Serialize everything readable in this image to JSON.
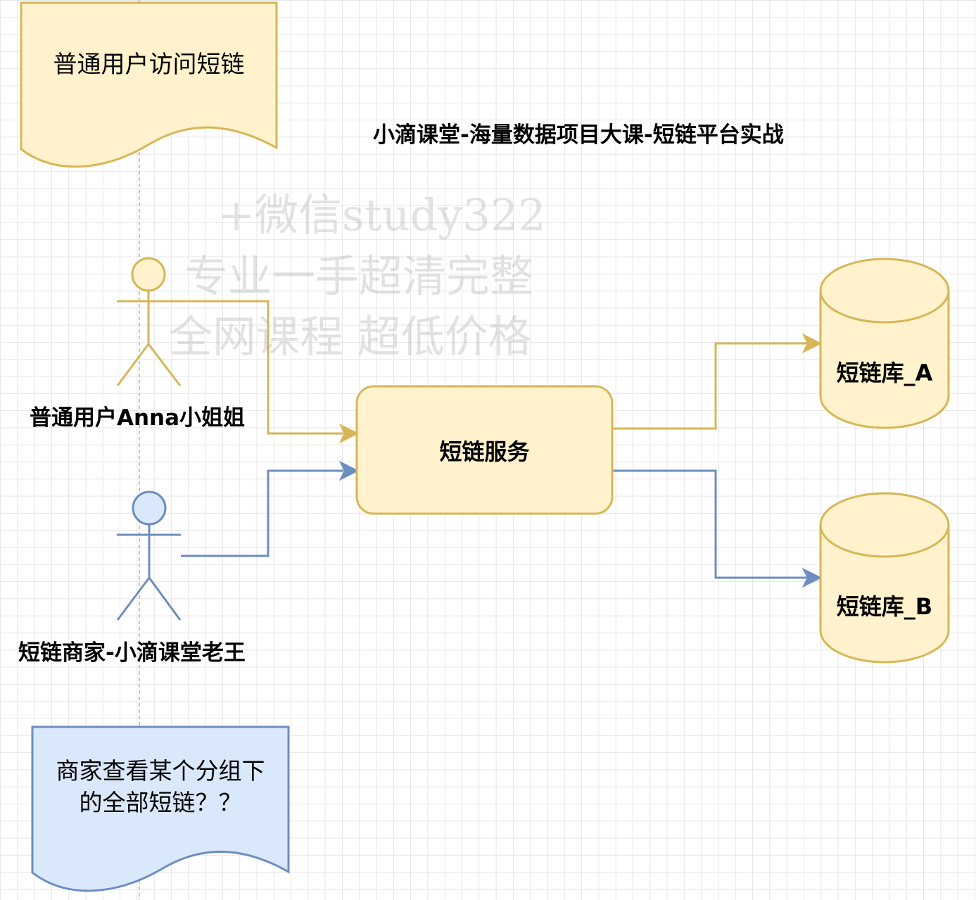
{
  "title": "小滴课堂-海量数据项目大课-短链平台实战",
  "watermark": {
    "line1": "+微信study322",
    "line2": "专业一手超清完整",
    "line3": "全网课程 超低价格"
  },
  "actors": {
    "user": {
      "label": "普通用户Anna小姐姐"
    },
    "merchant": {
      "label": "短链商家-小滴课堂老王"
    }
  },
  "notes": {
    "user_note": "普通用户访问短链",
    "merchant_note_line1": "商家查看某个分组下",
    "merchant_note_line2": "的全部短链？？"
  },
  "service": {
    "label": "短链服务"
  },
  "databases": {
    "db_a": {
      "label": "短链库_A"
    },
    "db_b": {
      "label": "短链库_B"
    }
  },
  "colors": {
    "yellow_fill": "#fff2cc",
    "yellow_stroke": "#d6b656",
    "blue_fill": "#dae8fc",
    "blue_stroke": "#6c8ebf",
    "note_fill": "#fff2cc"
  }
}
